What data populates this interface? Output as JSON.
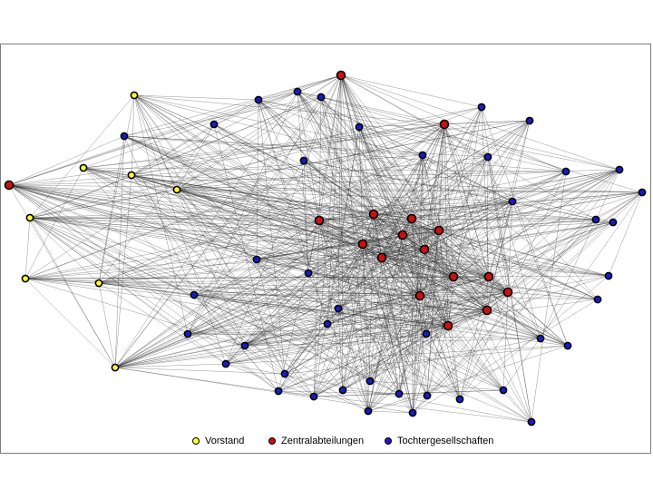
{
  "legend": {
    "items": [
      {
        "key": "v",
        "label": "Vorstand",
        "color": "#ffff33"
      },
      {
        "key": "z",
        "label": "Zentralabteilungen",
        "color": "#cc1111"
      },
      {
        "key": "t",
        "label": "Tochtergesellschaften",
        "color": "#1a1acc"
      }
    ]
  },
  "colors": {
    "edge": "#2b2b2b",
    "node_stroke": "#000000"
  }
}
